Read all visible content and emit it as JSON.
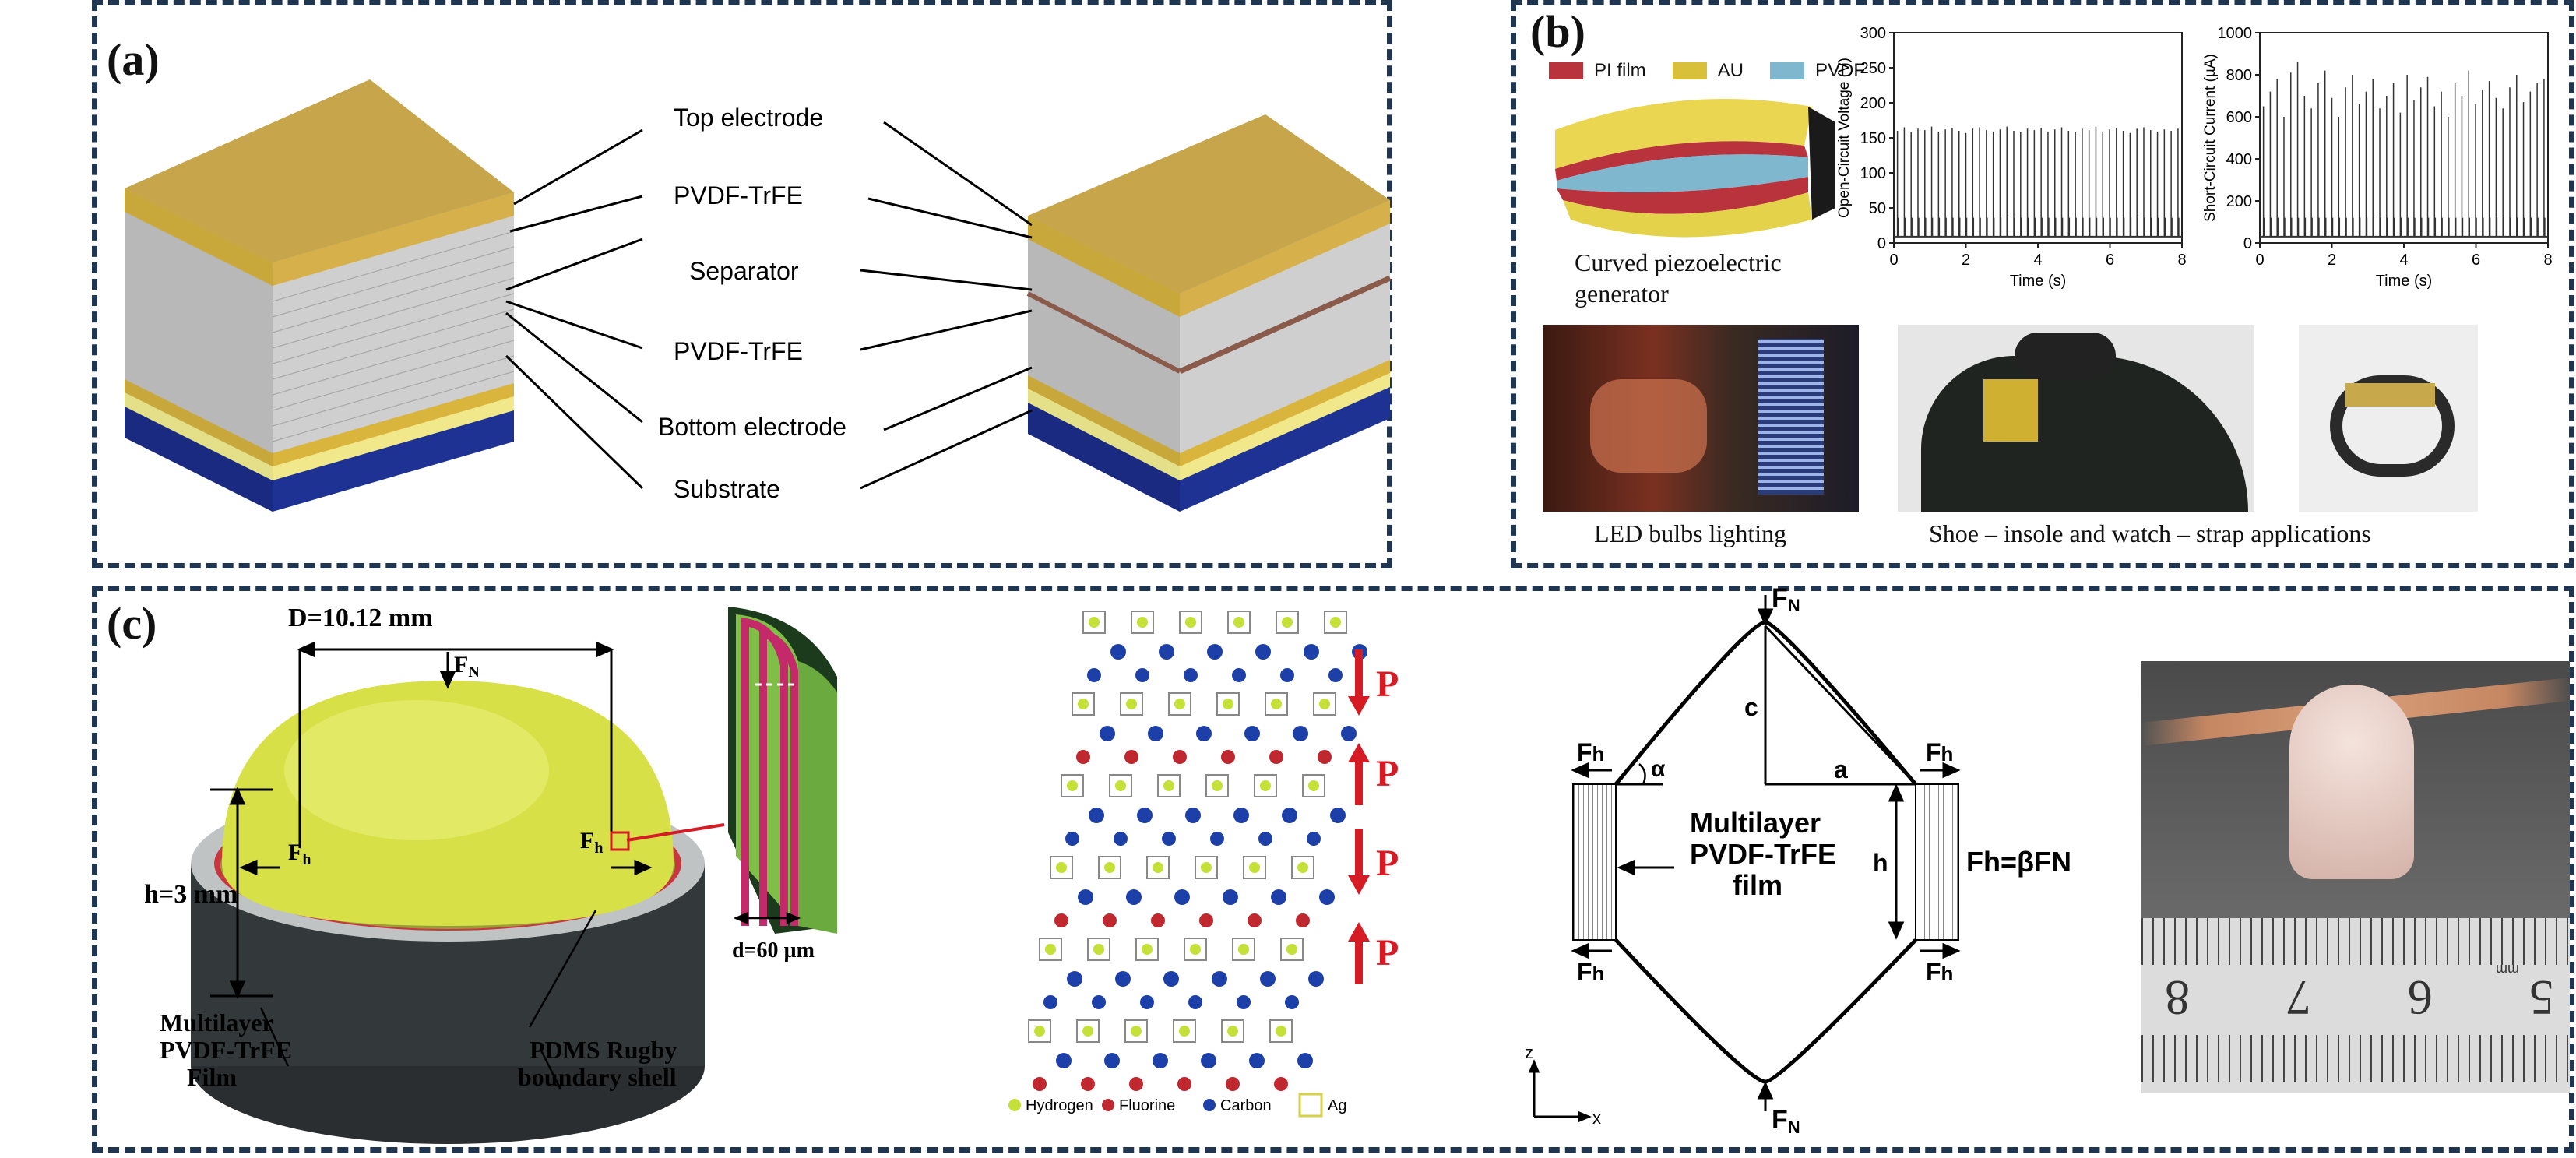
{
  "panel_a": {
    "label": "(a)",
    "layers": [
      "Top electrode",
      "PVDF-TrFE",
      "Separator",
      "PVDF-TrFE",
      "Bottom electrode",
      "Substrate"
    ]
  },
  "panel_b": {
    "label": "(b)",
    "legend": [
      "PI film",
      "AU",
      "PVDF"
    ],
    "legend_colors": [
      "#b8333c",
      "#d8c03a",
      "#7fb7cf"
    ],
    "generator_caption_1": "Curved piezoelectric",
    "generator_caption_2": "generator",
    "caption_led": "LED bulbs lighting",
    "caption_apps": "Shoe – insole and watch – strap applications"
  },
  "chart_data": [
    {
      "type": "line",
      "ylabel": "Open-Circuit Voltage (V)",
      "xlabel": "Time (s)",
      "xlim": [
        0,
        8
      ],
      "ylim": [
        0,
        300
      ],
      "xticks": [
        "0",
        "2",
        "4",
        "6",
        "8"
      ],
      "yticks": [
        "0",
        "50",
        "100",
        "150",
        "200",
        "250",
        "300"
      ],
      "peak_baseline_pattern": {
        "x_start": 0.1,
        "x_end": 8,
        "spacing": 0.19,
        "peaks": [
          160,
          165,
          158,
          163,
          161,
          166,
          159,
          162,
          164,
          160,
          157,
          163,
          165,
          161,
          159,
          162,
          166,
          160,
          158,
          163,
          161,
          164,
          159,
          162,
          165,
          160,
          158,
          163,
          161,
          166,
          159,
          162,
          164,
          160,
          157,
          163,
          165,
          161,
          159,
          162,
          160,
          163
        ]
      }
    },
    {
      "type": "line",
      "ylabel": "Short-Circuit Current (µA)",
      "xlabel": "Time (s)",
      "xlim": [
        0,
        8
      ],
      "ylim": [
        0,
        1000
      ],
      "xticks": [
        "0",
        "2",
        "4",
        "6",
        "8"
      ],
      "yticks": [
        "0",
        "200",
        "400",
        "600",
        "800",
        "1000"
      ],
      "peak_baseline_pattern": {
        "x_start": 0.1,
        "x_end": 8,
        "spacing": 0.19,
        "peaks": [
          650,
          720,
          780,
          600,
          810,
          860,
          700,
          640,
          760,
          820,
          690,
          600,
          740,
          800,
          660,
          720,
          780,
          640,
          700,
          760,
          620,
          800,
          680,
          740,
          790,
          650,
          720,
          600,
          760,
          700,
          820,
          660,
          730,
          770,
          690,
          640,
          740,
          800,
          670,
          720,
          760,
          780
        ]
      }
    }
  ],
  "panel_c": {
    "label": "(c)",
    "diameter": "D=10.12 mm",
    "height": "h=3 mm",
    "fn": "F",
    "fn_sub": "N",
    "fh": "F",
    "fh_sub": "h",
    "film_label_1": "Multilayer",
    "film_label_2": "PVDF-TrFE",
    "film_label_3": "Film",
    "shell_label_1": "PDMS Rugby",
    "shell_label_2": "boundary shell",
    "thickness": "d=60 µm",
    "polarization": "P",
    "legend_items": [
      "Hydrogen",
      "Fluorine",
      "Carbon",
      "Ag"
    ],
    "legend_colors": [
      "#c6e03a",
      "#c0282f",
      "#1d3fa8",
      "#d7d14a"
    ],
    "diagram_text_1": "Multilayer",
    "diagram_text_2": "PVDF-TrFE",
    "diagram_text_3": "film",
    "relation": "Fh=βFN",
    "angle": "α",
    "dim_c": "c",
    "dim_a": "a",
    "dim_h": "h",
    "axis_z": "z",
    "axis_x": "x",
    "ruler_numbers": [
      "8",
      "7",
      "6",
      "5"
    ],
    "ruler_unit": "mm"
  }
}
